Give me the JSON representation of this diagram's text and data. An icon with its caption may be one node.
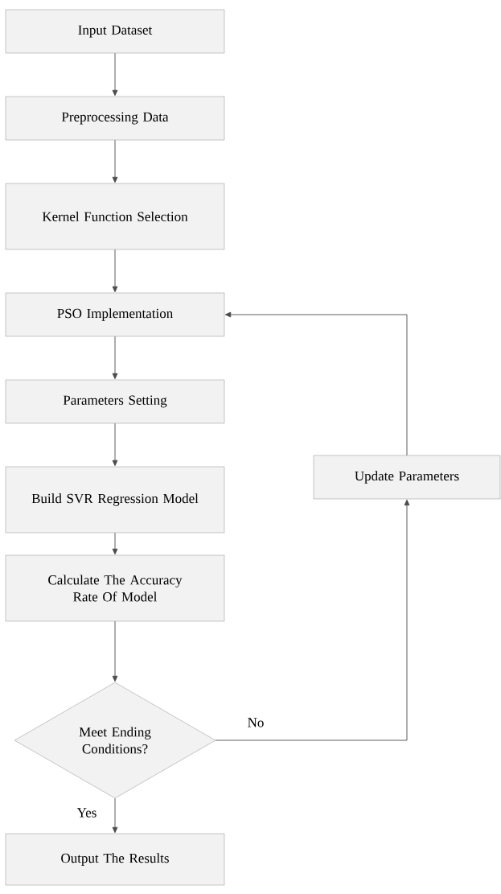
{
  "diagram": {
    "nodes": [
      {
        "text": [
          "Input Dataset"
        ]
      },
      {
        "text": [
          "Preprocessing Data"
        ]
      },
      {
        "text": [
          "Kernel Function Selection"
        ]
      },
      {
        "text": [
          "PSO Implementation"
        ]
      },
      {
        "text": [
          "Parameters Setting"
        ]
      },
      {
        "text": [
          "Build SVR Regression Model"
        ]
      },
      {
        "text": [
          "Calculate The Accuracy Rate Of Model"
        ]
      },
      {
        "text": [
          "Meet Ending Conditions?"
        ]
      },
      {
        "text": [
          "Output The Results"
        ]
      },
      {
        "text": [
          "Update Parameters"
        ]
      }
    ],
    "edges": [
      {
        "from": 0,
        "to": 1,
        "arrow": "to"
      },
      {
        "from": 1,
        "to": 2,
        "arrow": "to"
      },
      {
        "from": 2,
        "to": 3,
        "arrow": "to"
      },
      {
        "from": 3,
        "to": 4,
        "arrow": "to"
      },
      {
        "from": 4,
        "to": 5,
        "arrow": "to"
      },
      {
        "from": 5,
        "to": 6,
        "arrow": "to"
      },
      {
        "from": 6,
        "to": 7,
        "arrow": "to"
      },
      {
        "from": 7,
        "to": 8,
        "arrow": "to",
        "label": "Yes"
      },
      {
        "from": 7,
        "to": 9,
        "arrow": "to",
        "label": "No"
      },
      {
        "from": 9,
        "to": 3,
        "arrow": "to"
      }
    ]
  }
}
